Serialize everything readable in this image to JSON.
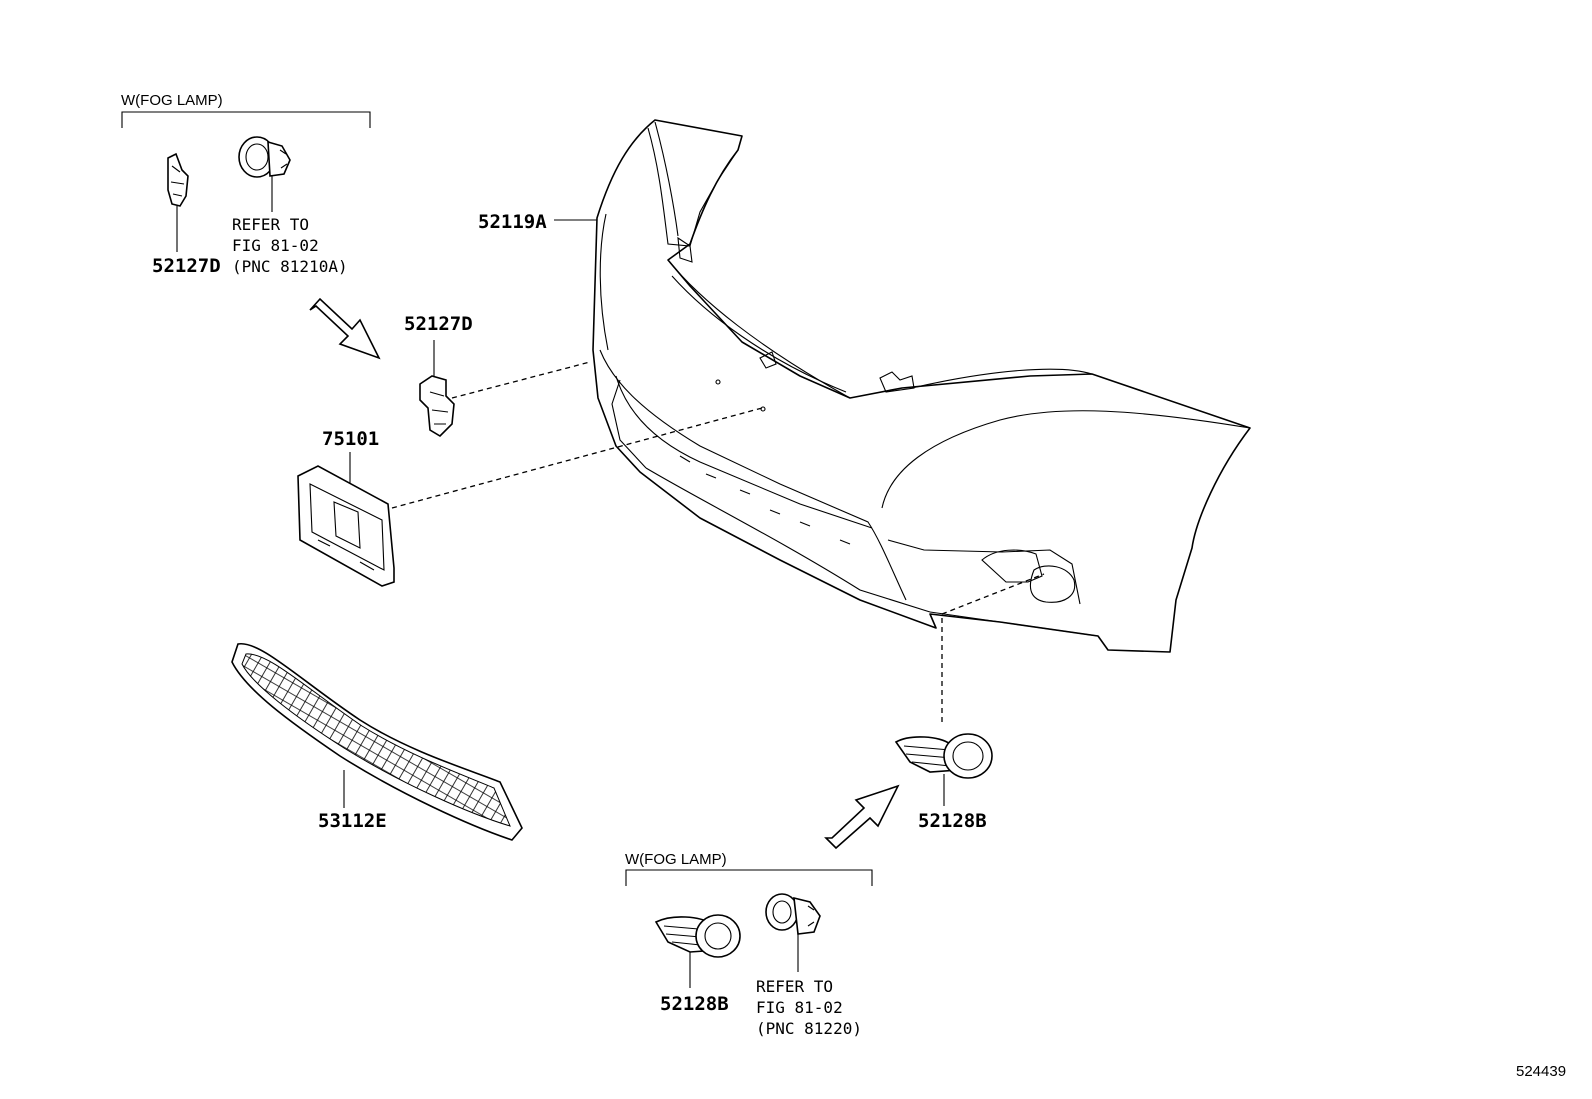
{
  "callouts": {
    "p52119A": "52119A",
    "p52127D_top": "52127D",
    "p52127D_mid": "52127D",
    "p75101": "75101",
    "p53112E": "53112E",
    "p52128B_right": "52128B",
    "p52128B_bottom": "52128B"
  },
  "option_groups": {
    "top": {
      "label": "W(FOG LAMP)"
    },
    "bottom": {
      "label": "W(FOG LAMP)"
    }
  },
  "notes": {
    "top": {
      "line1": "REFER TO",
      "line2": "FIG 81-02",
      "line3": "(PNC 81210A)"
    },
    "bottom": {
      "line1": "REFER TO",
      "line2": "FIG 81-02",
      "line3": "(PNC 81220)"
    }
  },
  "diagram_ref": "524439"
}
